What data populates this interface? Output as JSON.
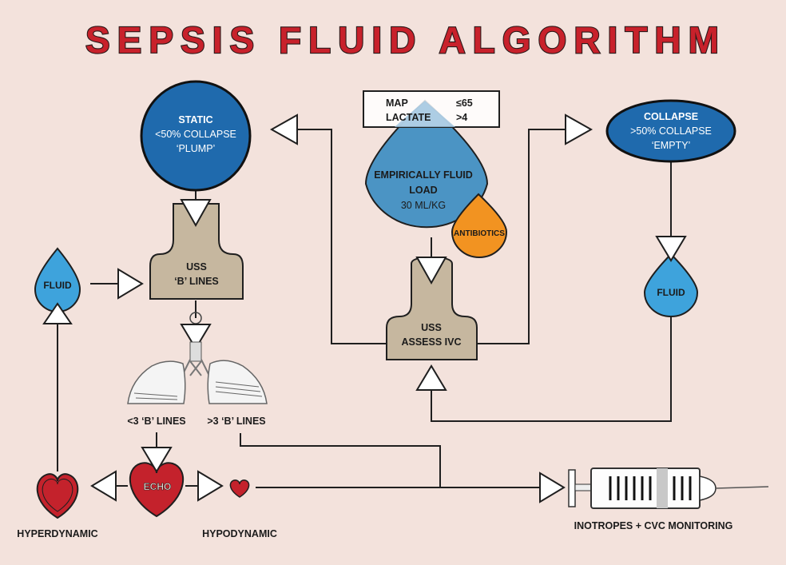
{
  "title": "SEPSIS FLUID ALGORITHM",
  "map_box": {
    "map_label": "MAP",
    "map_value": "≤65",
    "lactate_label": "LACTATE",
    "lactate_value": ">4"
  },
  "fluid_load": {
    "line1": "EMPIRICALLY FLUID",
    "line2": "LOAD",
    "line3": "30 ML/KG"
  },
  "antibiotics": "ANTIBIOTICS",
  "static": {
    "line1": "STATIC",
    "line2": "<50% COLLAPSE",
    "line3": "‘PLUMP’"
  },
  "collapse": {
    "line1": "COLLAPSE",
    "line2": ">50% COLLAPSE",
    "line3": "‘EMPTY’"
  },
  "uss_b": {
    "line1": "USS",
    "line2": "‘B’ LINES"
  },
  "uss_ivc": {
    "line1": "USS",
    "line2": "ASSESS IVC"
  },
  "fluid_left": "FLUID",
  "fluid_right": "FLUID",
  "lt3": "<3 ‘B’ LINES",
  "gt3": ">3 ‘B’ LINES",
  "echo": "ECHO",
  "hyperdynamic": "HYPERDYNAMIC",
  "hypodynamic": "HYPODYNAMIC",
  "inotropes": "INOTROPES + CVC MONITORING",
  "colors": {
    "title": "#c8212b",
    "dark_blue": "#1f6aad",
    "light_blue": "#3ea3dc",
    "drop_blue": "#4b94c4",
    "orange": "#f29321",
    "probe": "#c6b79f",
    "heart": "#c4222c",
    "background": "#f3e2dc"
  }
}
